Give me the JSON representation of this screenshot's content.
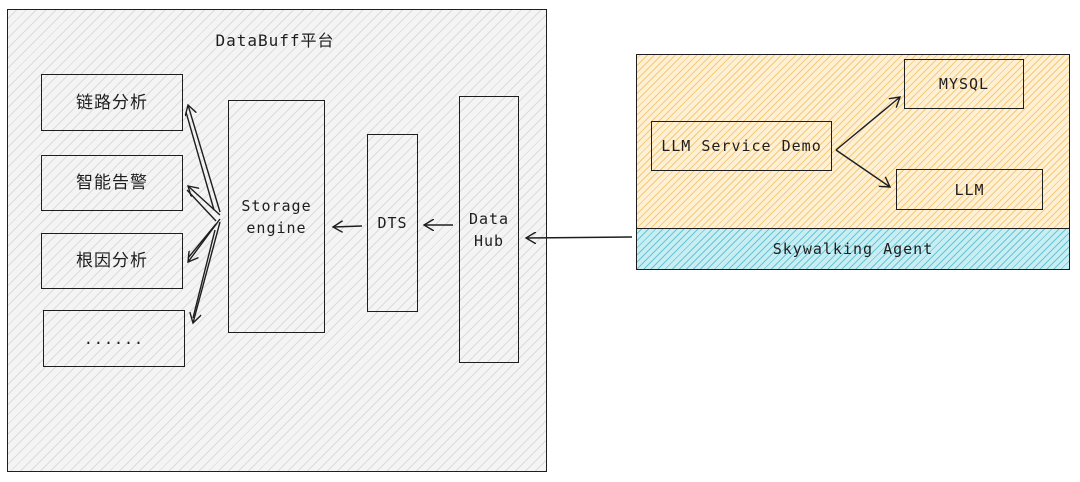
{
  "platform": {
    "title": "DataBuff平台"
  },
  "features": [
    "链路分析",
    "智能告警",
    "根因分析",
    "......"
  ],
  "storage": {
    "label": "Storage\nengine"
  },
  "dts": {
    "label": "DTS"
  },
  "datahub": {
    "label": "Data\nHub"
  },
  "service": {
    "demo_label": "LLM Service Demo",
    "mysql_label": "MYSQL",
    "llm_label": "LLM",
    "agent_label": "Skywalking Agent"
  },
  "colors": {
    "stroke": "#1e1e1e",
    "platform_fill": "#f4f4f4",
    "service_fill": "#fdf0d5",
    "agent_fill": "#c8eef4"
  }
}
